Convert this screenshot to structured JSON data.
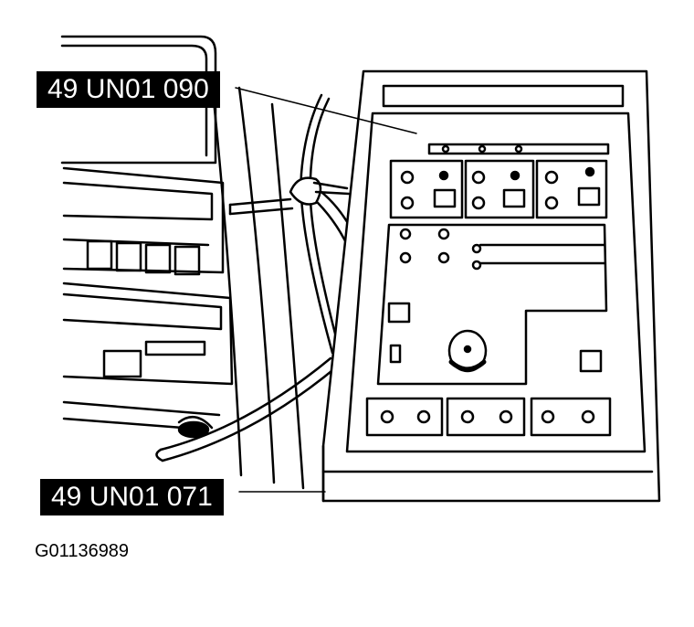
{
  "labels": {
    "top_tool": "49 UN01 090",
    "bottom_tool": "49 UN01 071"
  },
  "figure_id": "G01136989"
}
